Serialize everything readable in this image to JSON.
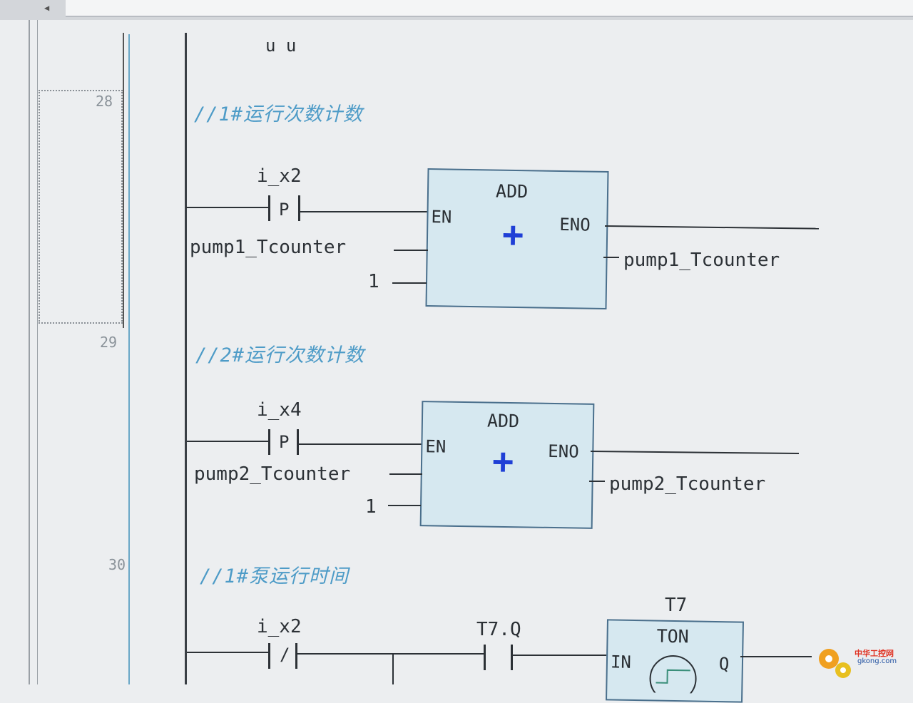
{
  "editor": {
    "fragment_top": "u u",
    "networks": [
      {
        "number": "28",
        "comment": "//1#运行次数计数",
        "contact_tag": "i_x2",
        "contact_type": "P",
        "block": {
          "title": "ADD",
          "symbol": "+",
          "en": "EN",
          "eno": "ENO"
        },
        "in1": "pump1_Tcounter",
        "in2": "1",
        "out": "pump1_Tcounter"
      },
      {
        "number": "29",
        "comment": "//2#运行次数计数",
        "contact_tag": "i_x4",
        "contact_type": "P",
        "block": {
          "title": "ADD",
          "symbol": "+",
          "en": "EN",
          "eno": "ENO"
        },
        "in1": "pump2_Tcounter",
        "in2": "1",
        "out": "pump2_Tcounter"
      },
      {
        "number": "30",
        "comment": "//1#泵运行时间",
        "contact1_tag": "i_x2",
        "contact1_type": "/",
        "contact2_tag": "T7.Q",
        "timer_name": "T7",
        "timer": {
          "title": "TON",
          "in": "IN",
          "q": "Q"
        }
      }
    ]
  },
  "watermark": {
    "cn": "中华工控网",
    "url": "gkong.com"
  },
  "colors": {
    "comment": "#4d9bc7",
    "block_fill": "#d6e8f0",
    "plus": "#1f3fd6",
    "rail": "#3a3f45"
  }
}
